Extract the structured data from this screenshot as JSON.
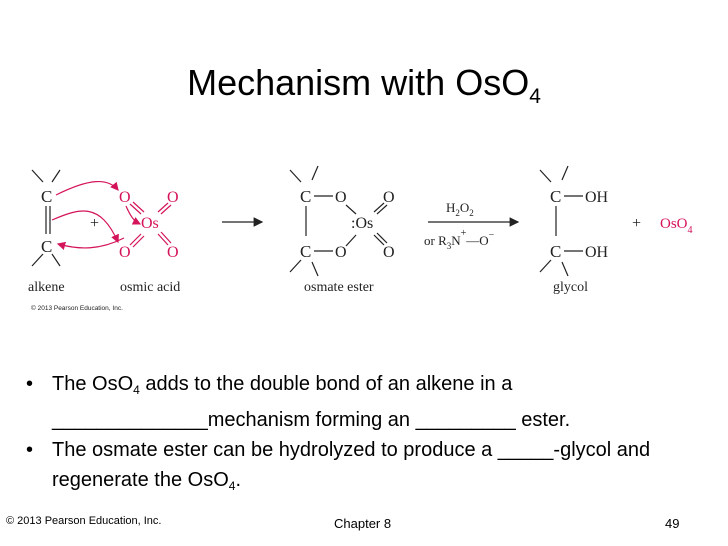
{
  "title": {
    "main": "Mechanism with OsO",
    "sub": "4"
  },
  "scheme": {
    "atom_c": "C",
    "atom_o": "O",
    "atom_os": "Os",
    "atom_os_lone": ":Os",
    "atom_oh": "OH",
    "plus": "+",
    "reagent_h2o2": {
      "h": "H",
      "two": "2",
      "o": "O",
      "two_b": "2"
    },
    "reagent_amine_oxide": {
      "prefix": "or R",
      "sub": "3",
      "n": "N",
      "charge_plus": "+",
      "dash_o": "—O",
      "charge_minus": "−"
    },
    "product_oso4": {
      "main": "OsO",
      "sub": "4"
    },
    "labels": {
      "alkene": "alkene",
      "osmic_acid": "osmic acid",
      "osmate_ester": "osmate ester",
      "glycol": "glycol"
    },
    "copyright": "© 2013 Pearson Education, Inc.",
    "colors": {
      "accent": "#d4145a",
      "text": "#222222"
    }
  },
  "bullets": [
    {
      "pre": "The OsO",
      "sub": "4",
      "post": " adds to the double bond of an alkene in a ______________mechanism forming an _________ ester."
    },
    {
      "pre": "The osmate ester can be hydrolyzed to produce a _____-glycol and regenerate the OsO",
      "sub": "4",
      "post": "."
    }
  ],
  "footer": {
    "copyright": "© 2013 Pearson Education, Inc.",
    "chapter": "Chapter 8",
    "page": "49"
  }
}
